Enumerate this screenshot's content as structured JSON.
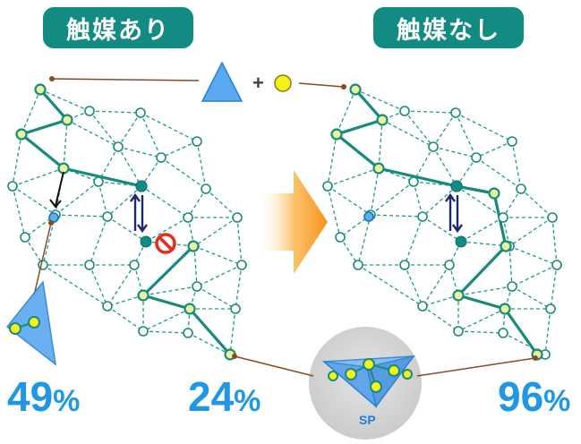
{
  "labels": {
    "with_catalyst": "触媒あり",
    "without_catalyst": "触媒なし",
    "plus": "+",
    "sp": "SP"
  },
  "percentages": [
    {
      "value": "49",
      "unit": "%"
    },
    {
      "value": "24",
      "unit": "%"
    },
    {
      "value": "96",
      "unit": "%"
    }
  ],
  "colors": {
    "teal": "#128c82",
    "network_line": "#1c9a88",
    "node_fill": "#e8f4a0",
    "node_stroke": "#1a8a7a",
    "yellow": "#f5f11a",
    "blue_shape": "#5aa8f0",
    "percent_blue": "#1f97e6",
    "arrow_orange": "#f7941d",
    "prohibit_red": "#e62a1e",
    "leader_brown": "#8a4a1e",
    "circle_gray": "#d3d3d3"
  }
}
